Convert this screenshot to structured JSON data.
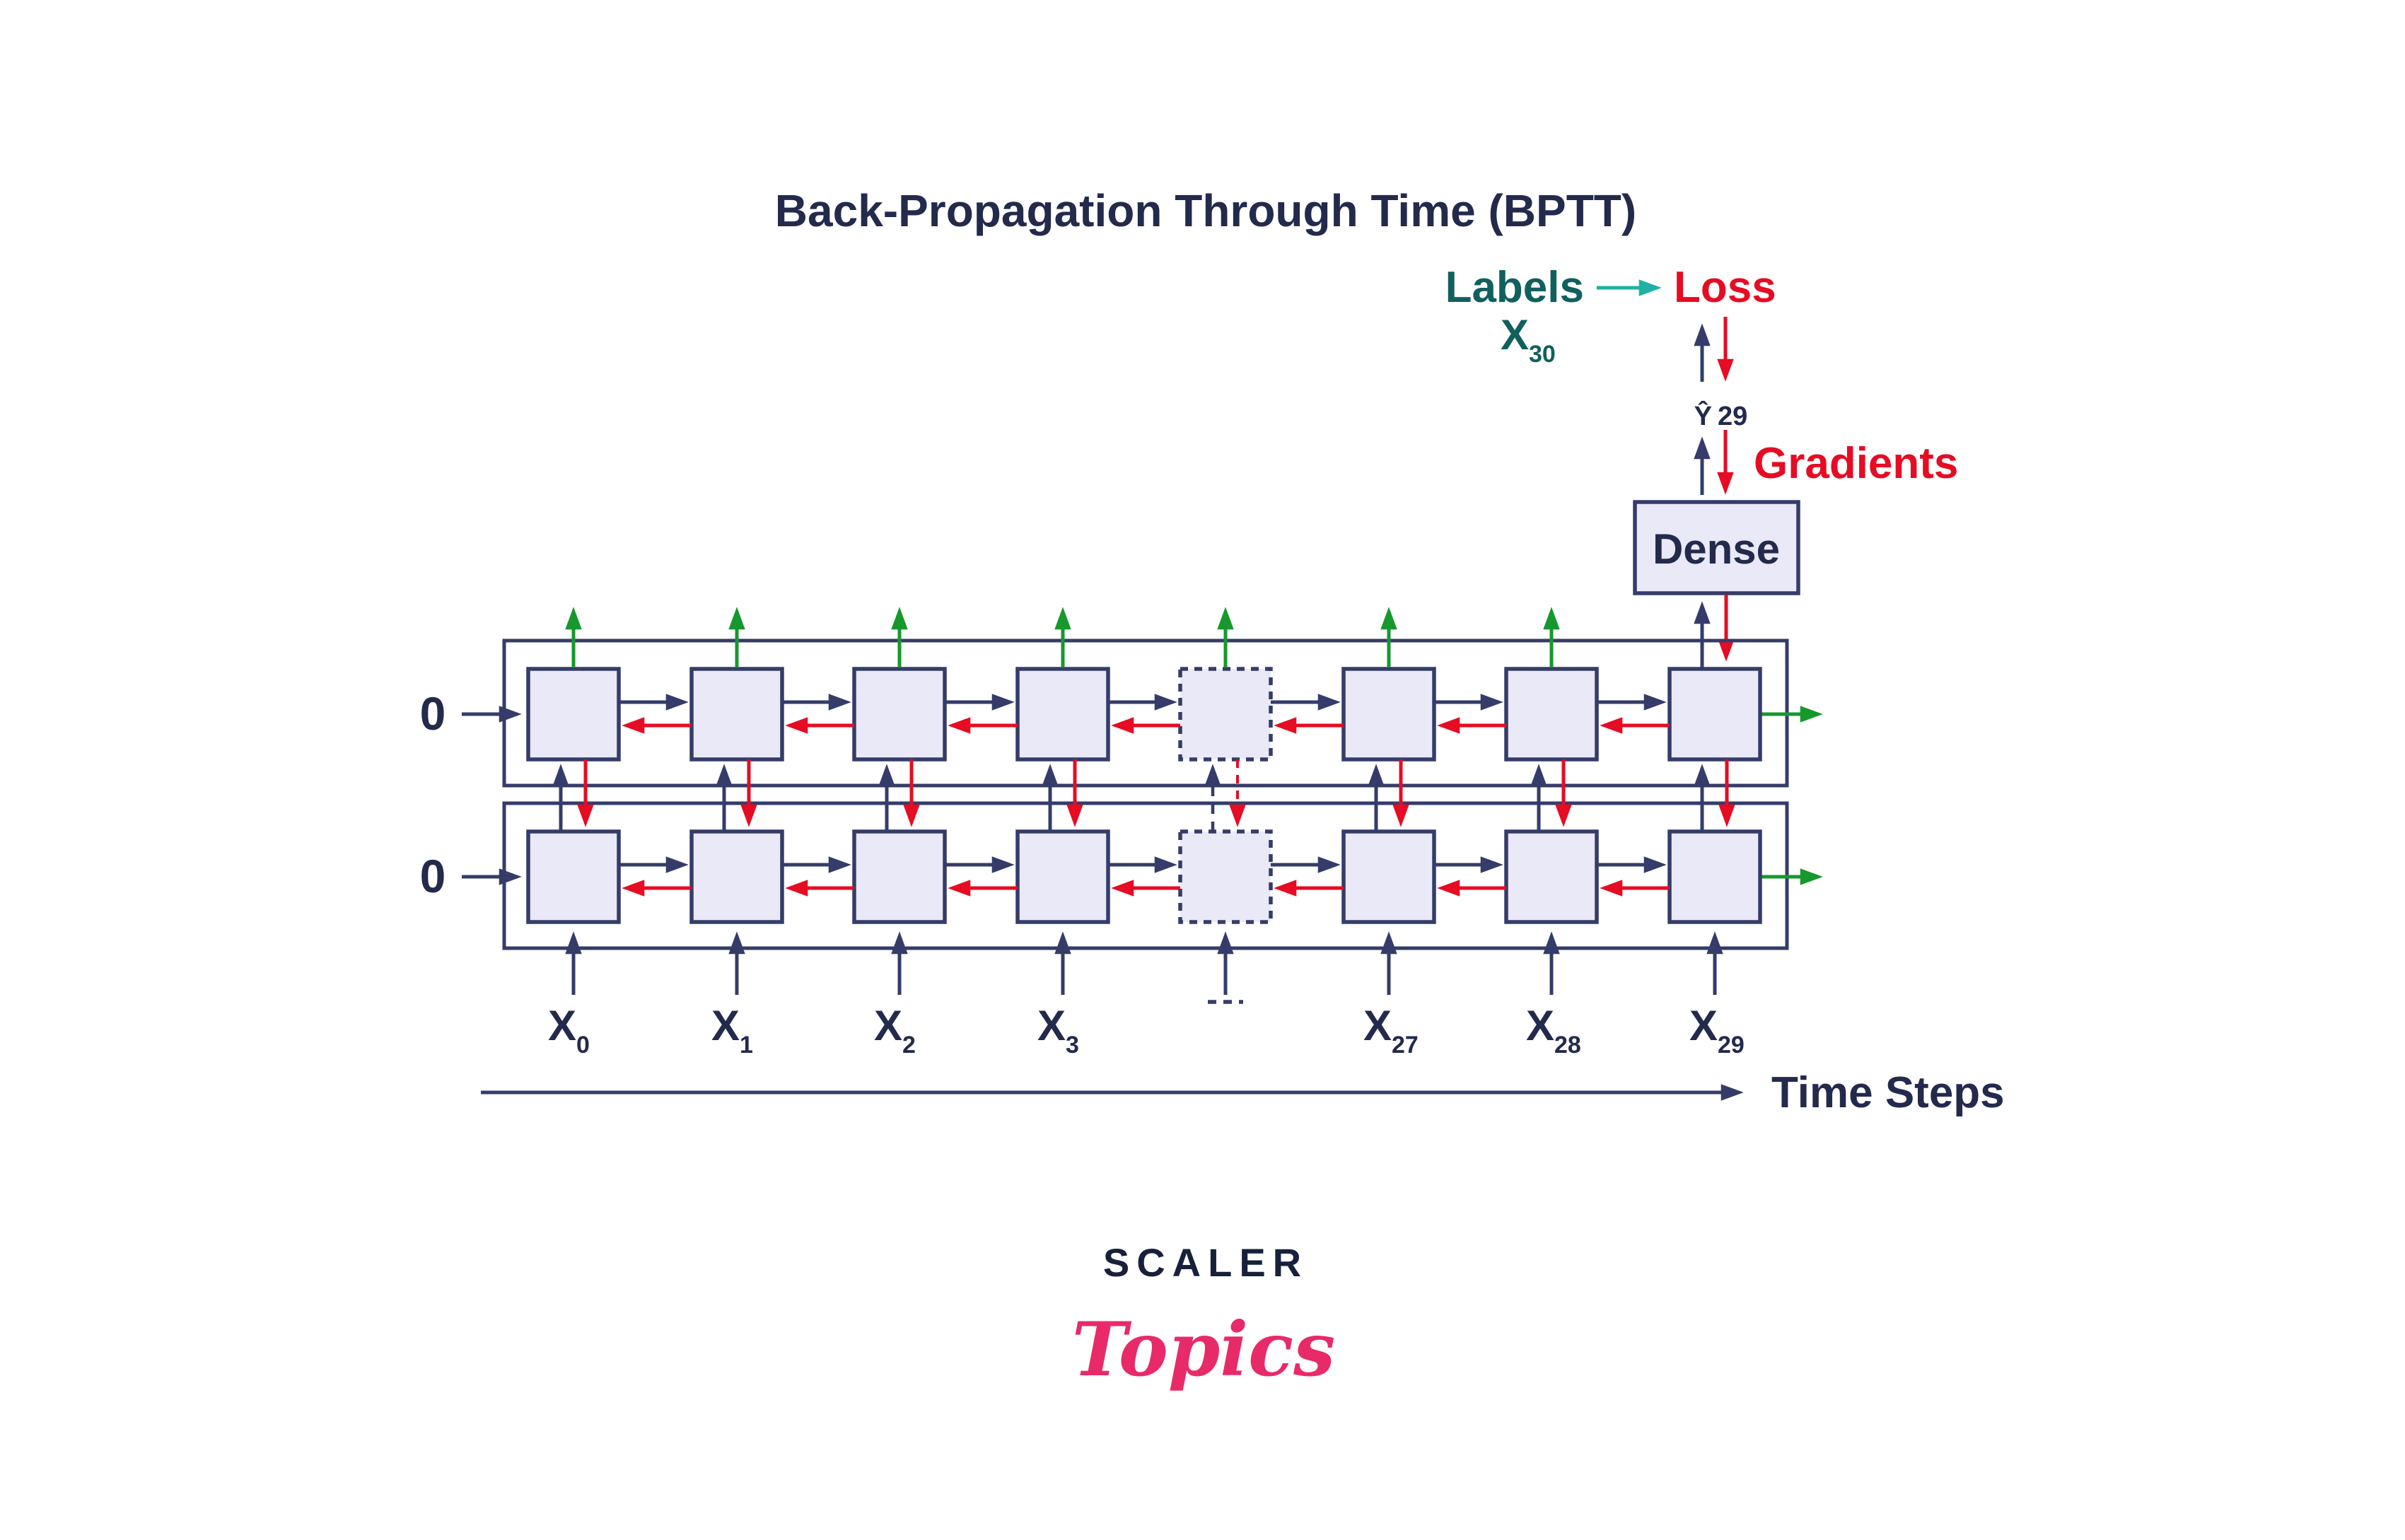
{
  "title": "Back-Propagation Through Time (BPTT)",
  "legend": {
    "labels": "Labels",
    "loss": "Loss",
    "input_base": "X",
    "input_sub": "30",
    "yhat_base": "Ŷ",
    "yhat_sub": "29",
    "gradients": "Gradients",
    "dense": "Dense"
  },
  "grid": {
    "initial_states": [
      "0",
      "0"
    ],
    "columns": [
      {
        "label_base": "X",
        "label_sub": "0",
        "dashed": false
      },
      {
        "label_base": "X",
        "label_sub": "1",
        "dashed": false
      },
      {
        "label_base": "X",
        "label_sub": "2",
        "dashed": false
      },
      {
        "label_base": "X",
        "label_sub": "3",
        "dashed": false
      },
      {
        "label_base": "",
        "label_sub": "",
        "dashed": true
      },
      {
        "label_base": "X",
        "label_sub": "27",
        "dashed": false
      },
      {
        "label_base": "X",
        "label_sub": "28",
        "dashed": false
      },
      {
        "label_base": "X",
        "label_sub": "29",
        "dashed": false
      }
    ]
  },
  "time_axis": {
    "label": "Time Steps"
  },
  "logo": {
    "wordmark": "SCALER",
    "sub_wordmark": "Topics"
  },
  "colors": {
    "navy": "#353c69",
    "red": "#e60c23",
    "green": "#16982d",
    "teal_arrow": "#1fb2a3",
    "teal_text": "#10605e",
    "ink": "#232a4c",
    "cell_fill": "#e9e9f8",
    "pink": "#e82a68",
    "logo_ink": "#18203a"
  }
}
